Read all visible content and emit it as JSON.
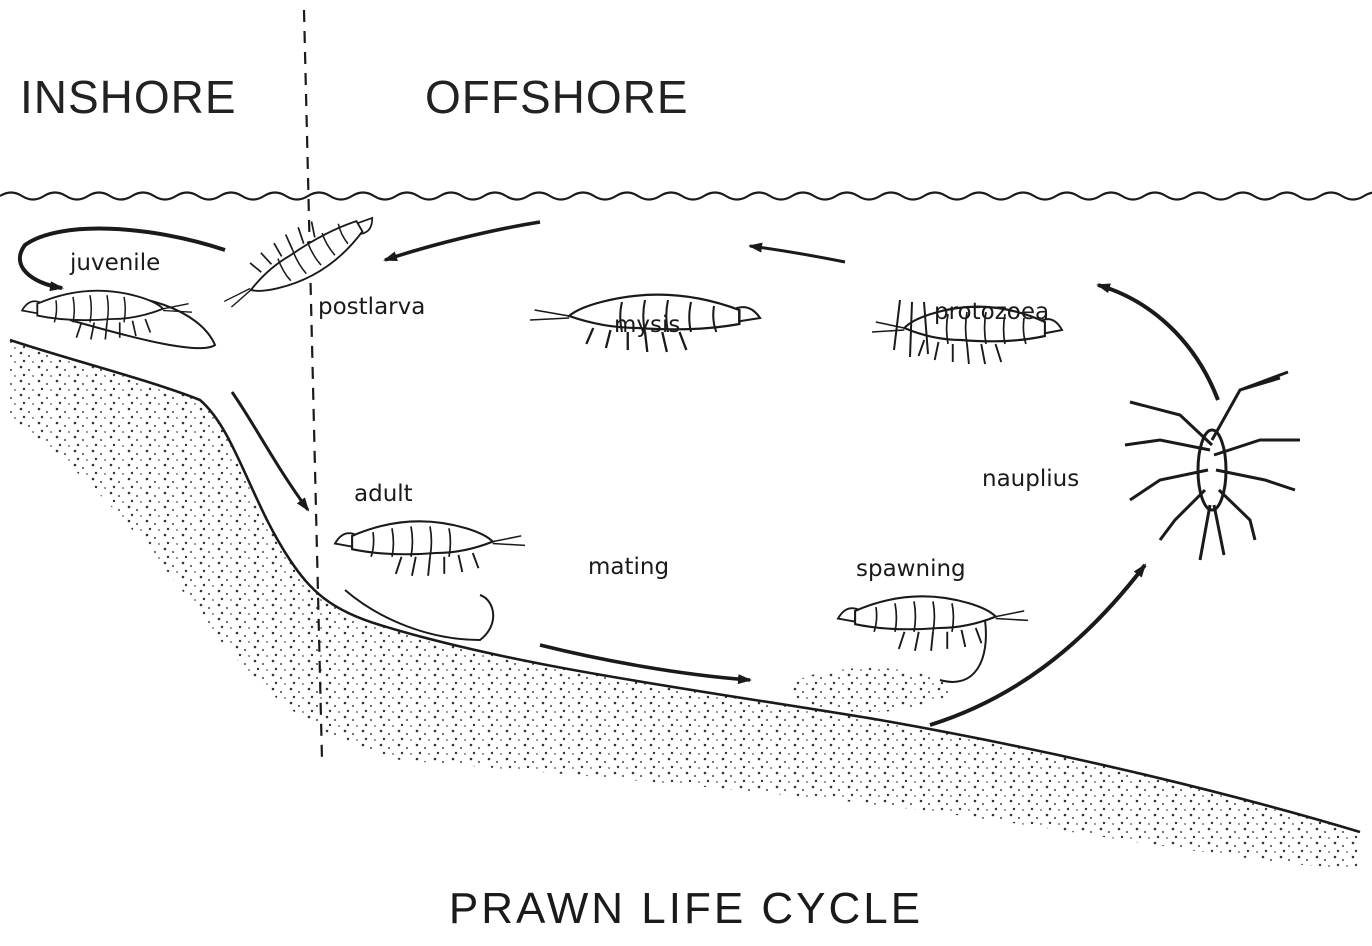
{
  "zones": {
    "inshore": "INSHORE",
    "offshore": "OFFSHORE"
  },
  "stages": {
    "juvenile": "juvenile",
    "postlarva": "postlarva",
    "mysis": "mysis",
    "protozoea": "protozoea",
    "nauplius": "nauplius",
    "adult": "adult",
    "mating": "mating",
    "spawning": "spawning"
  },
  "title": "PRAWN LIFE CYCLE",
  "colors": {
    "ink": "#1a1a1a",
    "paper": "#ffffff"
  }
}
